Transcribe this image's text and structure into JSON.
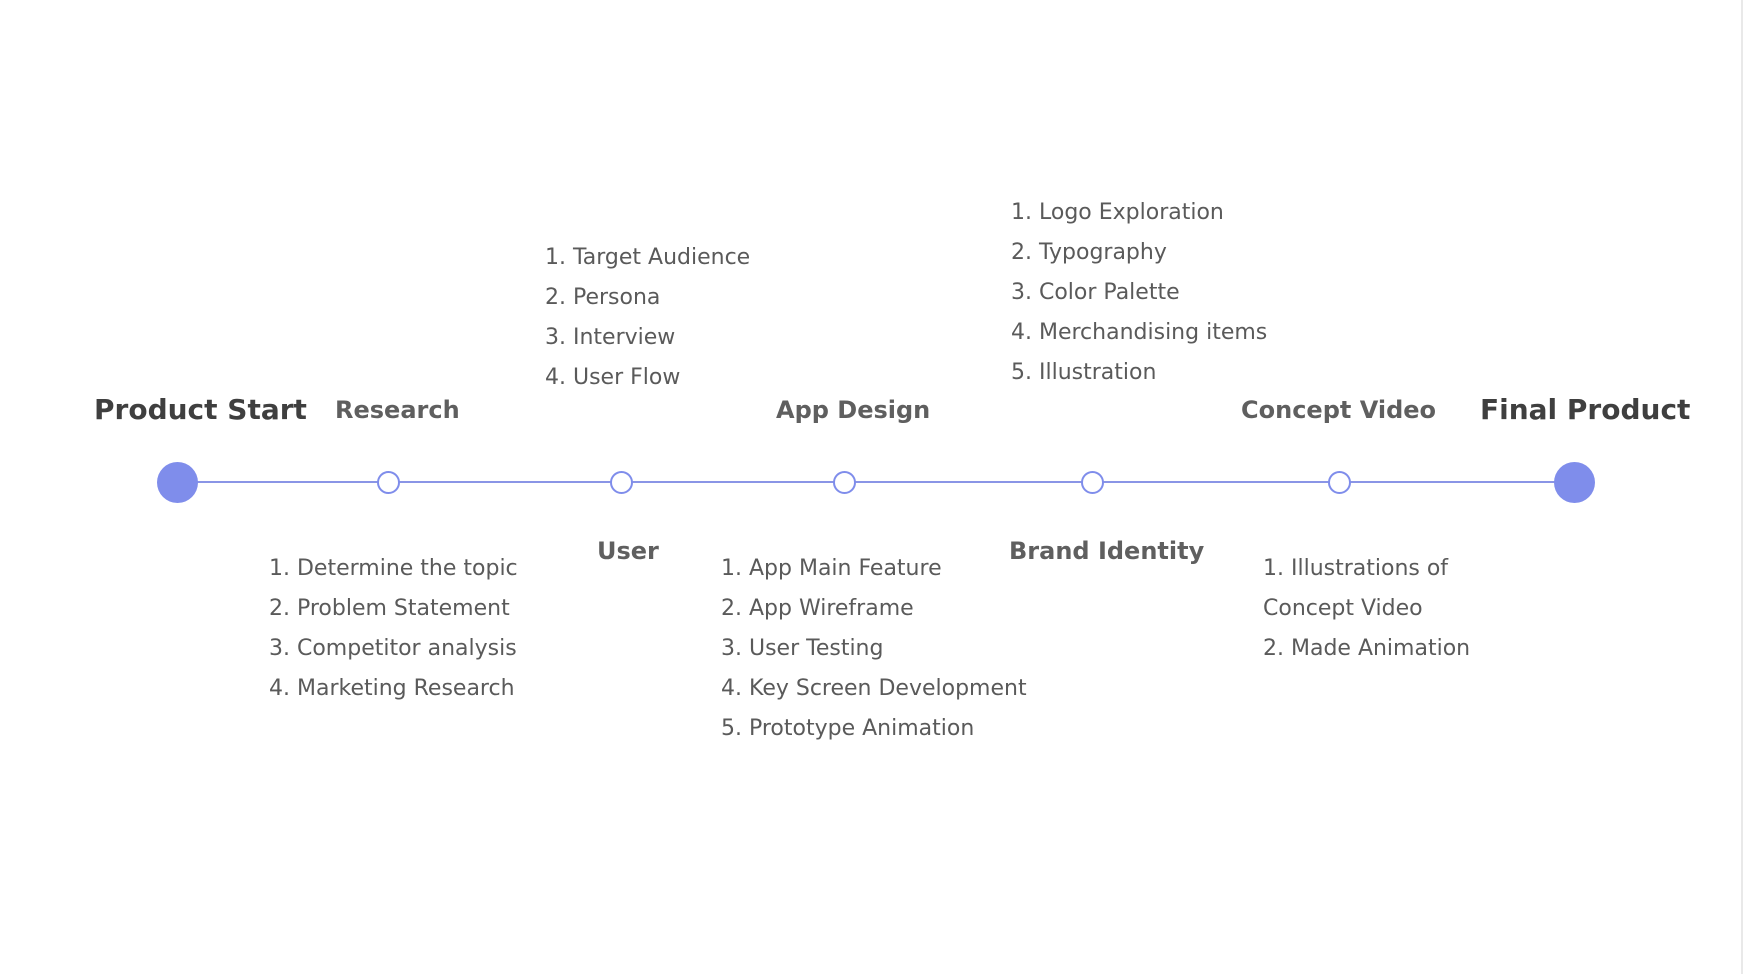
{
  "colors": {
    "accent": "#7f8deb",
    "line": "#8a95e6",
    "text": "#5a5a5a",
    "heading": "#3f3f3f"
  },
  "timeline": {
    "start_label": "Product Start",
    "end_label": "Final Product",
    "stages": [
      {
        "label": "Research",
        "items": [
          "1.  Determine the topic",
          "2. Problem Statement",
          "3. Competitor analysis",
          "4. Marketing Research"
        ]
      },
      {
        "label": "User",
        "items": [
          "1.  Target Audience",
          "2. Persona",
          "3. Interview",
          "4. User Flow"
        ]
      },
      {
        "label": "App Design",
        "items": [
          "1.  App Main Feature",
          "2. App Wireframe",
          "3. User Testing",
          "4. Key Screen Development",
          "5. Prototype Animation"
        ]
      },
      {
        "label": "Brand Identity",
        "items": [
          "1.  Logo Exploration",
          "2. Typography",
          "3. Color Palette",
          "4. Merchandising items",
          "5. Illustration"
        ]
      },
      {
        "label": "Concept Video",
        "items": [
          "1.  Illustrations of",
          "Concept Video",
          "2. Made Animation"
        ]
      }
    ]
  }
}
